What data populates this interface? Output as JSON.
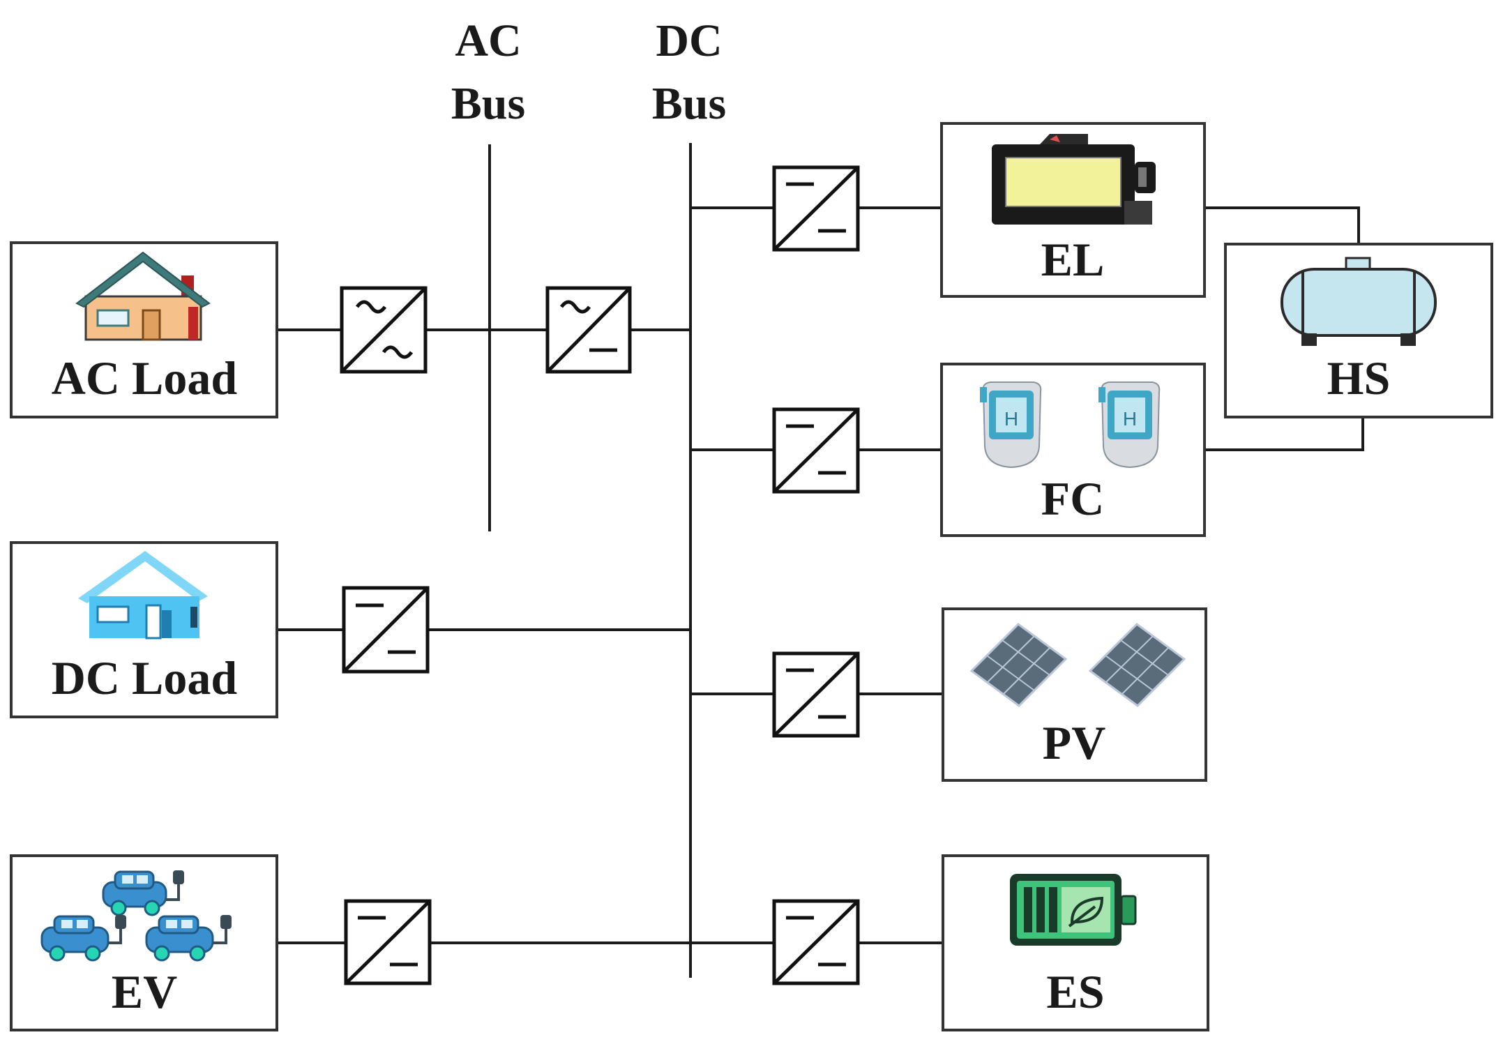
{
  "buses": {
    "ac_label_line1": "AC",
    "ac_label_line2": "Bus",
    "dc_label_line1": "DC",
    "dc_label_line2": "Bus"
  },
  "components": {
    "ac_load": "AC Load",
    "dc_load": "DC Load",
    "ev": "EV",
    "el": "EL",
    "fc": "FC",
    "pv": "PV",
    "es": "ES",
    "hs": "HS"
  },
  "icons": {
    "ac_load": "house-orange-icon",
    "dc_load": "house-blue-icon",
    "ev": "electric-cars-icon",
    "el": "electrolyzer-icon",
    "fc": "fuel-cell-icon",
    "pv": "solar-panel-icon",
    "es": "battery-leaf-icon",
    "hs": "hydrogen-tank-icon"
  },
  "converters": [
    {
      "id": "ac-load-ac-ac",
      "type": "AC/AC"
    },
    {
      "id": "acbus-dcbus-ac-dc",
      "type": "AC/DC"
    },
    {
      "id": "dc-load-dc-dc",
      "type": "DC/DC"
    },
    {
      "id": "ev-dc-dc",
      "type": "DC/DC"
    },
    {
      "id": "el-dc-dc",
      "type": "DC/DC"
    },
    {
      "id": "fc-dc-dc",
      "type": "DC/DC"
    },
    {
      "id": "pv-dc-dc",
      "type": "DC/DC"
    },
    {
      "id": "es-dc-dc",
      "type": "DC/DC"
    }
  ],
  "colors": {
    "line": "#1a1a1a",
    "house_orange": "#f5c089",
    "house_roof": "#3f7a7a",
    "house_blue": "#4fc3f2",
    "car_blue": "#3a8fcf",
    "battery_green": "#3ec47a",
    "tank_blue": "#c6e6ef",
    "el_yellow": "#f2f29a"
  }
}
